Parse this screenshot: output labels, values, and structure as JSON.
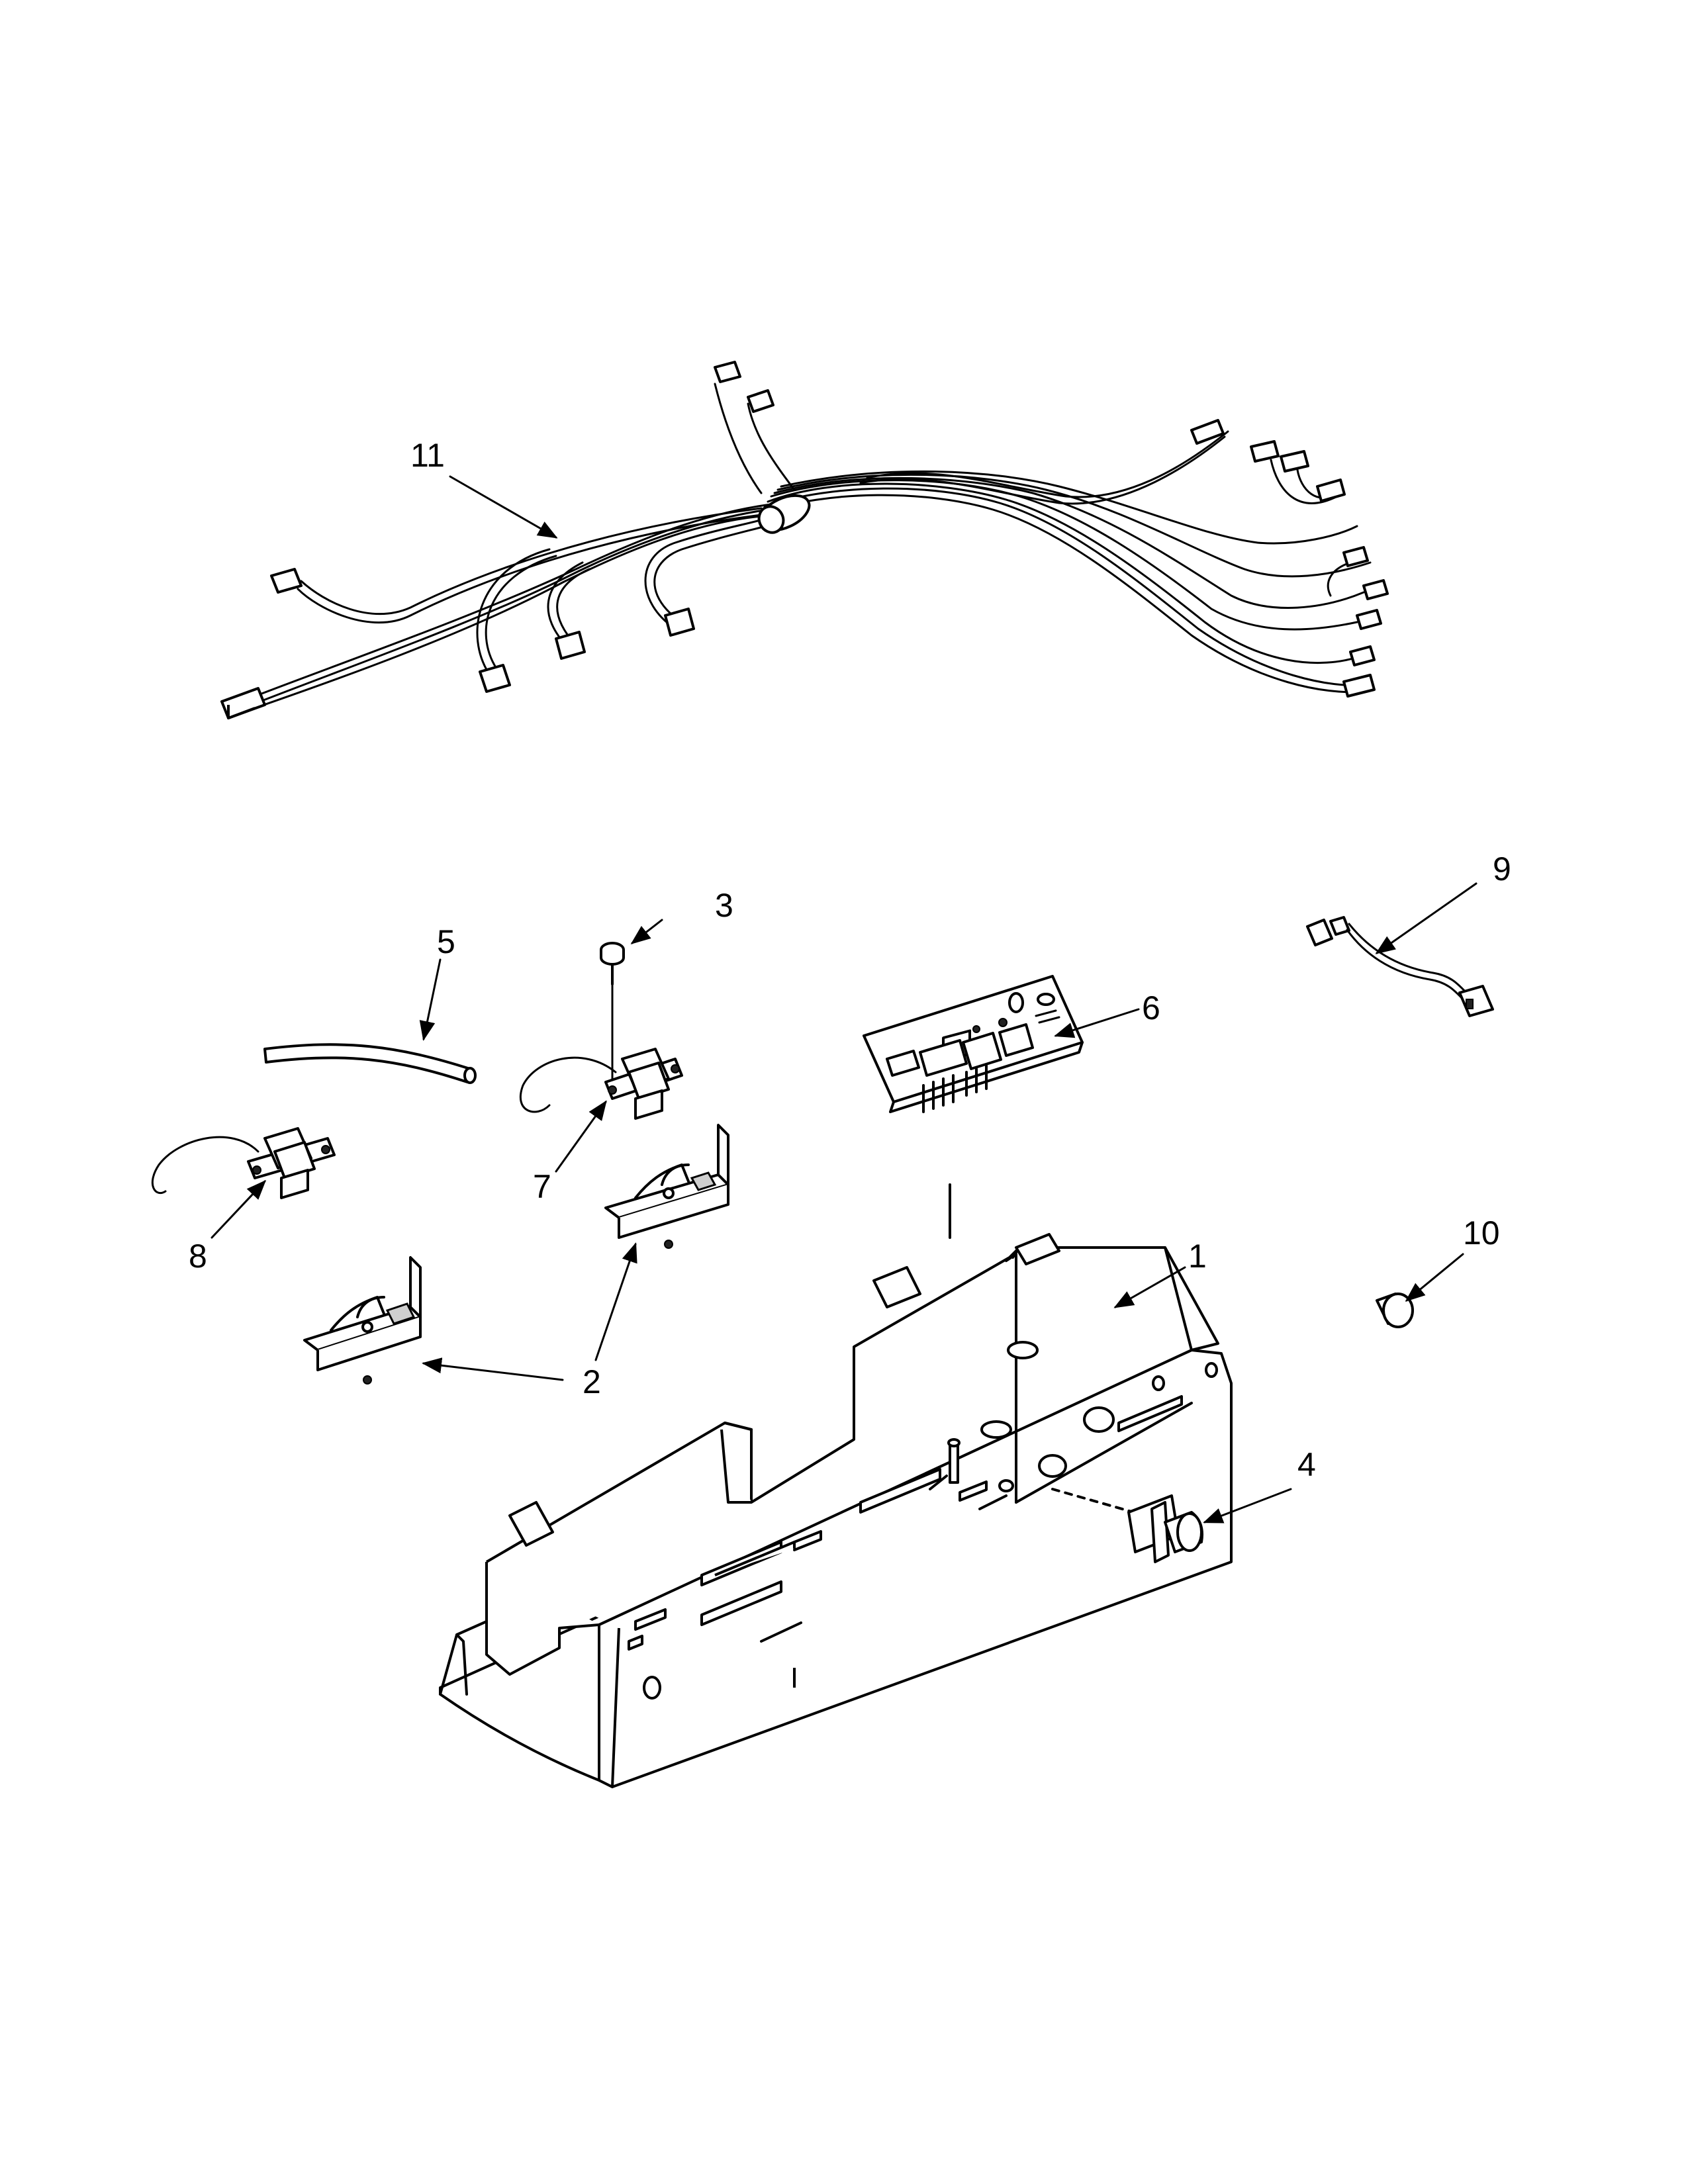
{
  "callouts": [
    {
      "id": "callout-1",
      "label": "1"
    },
    {
      "id": "callout-2",
      "label": "2"
    },
    {
      "id": "callout-3",
      "label": "3"
    },
    {
      "id": "callout-4",
      "label": "4"
    },
    {
      "id": "callout-5",
      "label": "5"
    },
    {
      "id": "callout-6",
      "label": "6"
    },
    {
      "id": "callout-7",
      "label": "7"
    },
    {
      "id": "callout-8",
      "label": "8"
    },
    {
      "id": "callout-9",
      "label": "9"
    },
    {
      "id": "callout-10",
      "label": "10"
    },
    {
      "id": "callout-11",
      "label": "11"
    }
  ],
  "colors": {
    "line": "#000000",
    "background": "#ffffff"
  }
}
